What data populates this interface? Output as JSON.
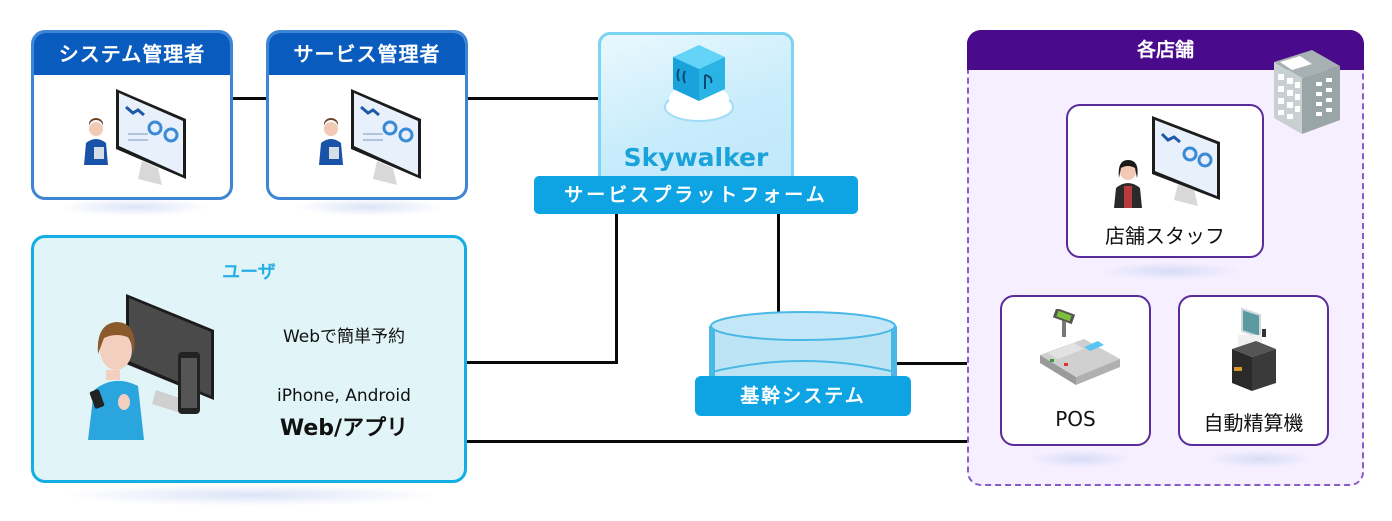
{
  "diagram": {
    "admins": [
      {
        "title": "システム管理者",
        "icon": "admin-at-monitor-icon"
      },
      {
        "title": "サービス管理者",
        "icon": "admin-at-monitor-icon"
      }
    ],
    "platform": {
      "product_name": "Skywalker",
      "icon": "puzzle-cube-cloud-icon",
      "label": "サービスプラットフォーム",
      "accent": "#0ea4e4"
    },
    "user": {
      "title": "ユーザ",
      "line1": "Webで簡単予約",
      "line2": "iPhone, Android",
      "line3": "Web/アプリ",
      "icon": "user-with-smartphone-icon",
      "accent": "#12aee4"
    },
    "core_system": {
      "label": "基幹システム",
      "icon": "database-cylinder-icon"
    },
    "stores": {
      "title": "各店舗",
      "icon": "building-icon",
      "accent": "#4a0a8c",
      "items": [
        {
          "label": "店舗スタッフ",
          "icon": "staff-at-monitor-icon"
        },
        {
          "label": "POS",
          "icon": "pos-register-icon"
        },
        {
          "label": "自動精算機",
          "icon": "kiosk-machine-icon"
        }
      ]
    }
  }
}
